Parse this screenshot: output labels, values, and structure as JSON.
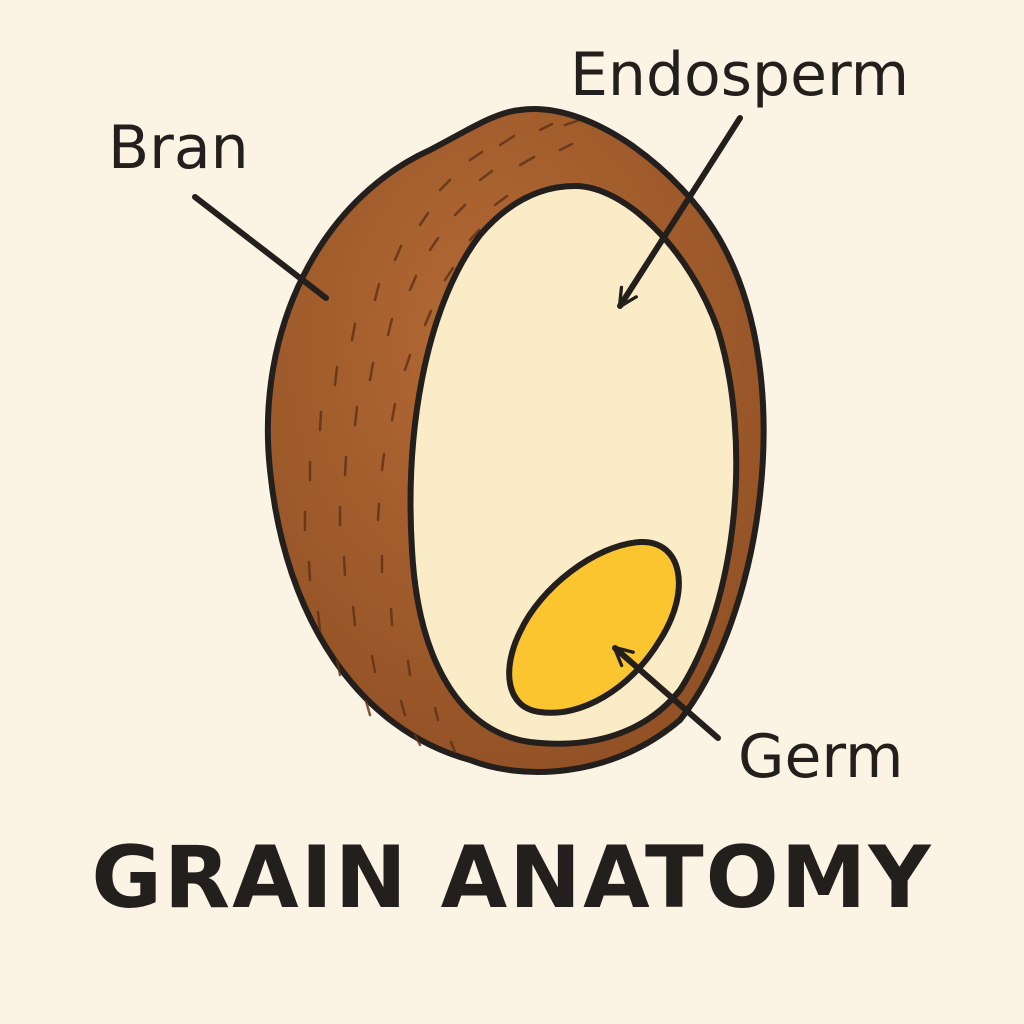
{
  "title": "GRAIN ANATOMY",
  "labels": {
    "bran": "Bran",
    "endosperm": "Endosperm",
    "germ": "Germ"
  },
  "colors": {
    "background": "#fbf3e4",
    "bran": "#a25d2c",
    "bran_dark": "#6e3a18",
    "endosperm": "#fbecc8",
    "germ": "#fbc52f",
    "outline": "#231f1c"
  }
}
